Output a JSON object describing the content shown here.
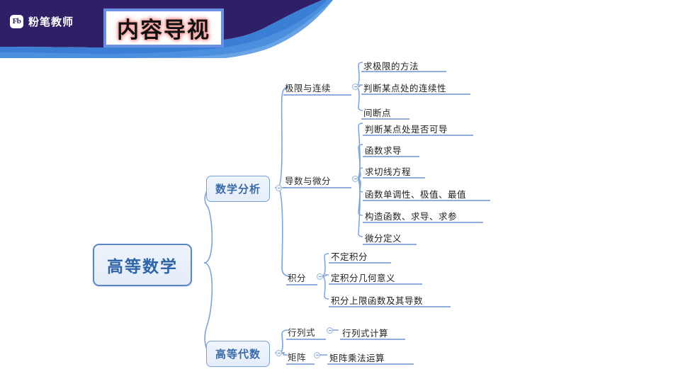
{
  "header": {
    "logo_icon": "fenbi-fb-logo-icon",
    "logo_mark_text": "Fb",
    "brand": "粉笔教师",
    "title": "内容导视",
    "banner_dark_color": "#2e1f66",
    "banner_wave_color": "#3a7fd5"
  },
  "mindmap": {
    "root": {
      "label": "高等数学",
      "border_color": "#5b86c4",
      "text_color": "#2f64a8"
    },
    "branches": [
      {
        "label": "数学分析",
        "children": [
          {
            "label": "极限与连续",
            "leaves": [
              "求极限的方法",
              "判断某点处的连续性",
              "间断点"
            ]
          },
          {
            "label": "导数与微分",
            "leaves": [
              "判断某点处是否可导",
              "函数求导",
              "求切线方程",
              "函数单调性、极值、最值",
              "构造函数、求导、求参",
              "微分定义"
            ]
          },
          {
            "label": "积分",
            "leaves": [
              "不定积分",
              "定积分几何意义",
              "积分上限函数及其导数"
            ]
          }
        ]
      },
      {
        "label": "高等代数",
        "children": [
          {
            "label": "行列式",
            "leaves": [
              "行列式计算"
            ]
          },
          {
            "label": "矩阵",
            "leaves": [
              "矩阵乘法运算"
            ]
          }
        ]
      }
    ],
    "line_color": "#7ea3d6",
    "underline_color": "#6d93cd"
  }
}
